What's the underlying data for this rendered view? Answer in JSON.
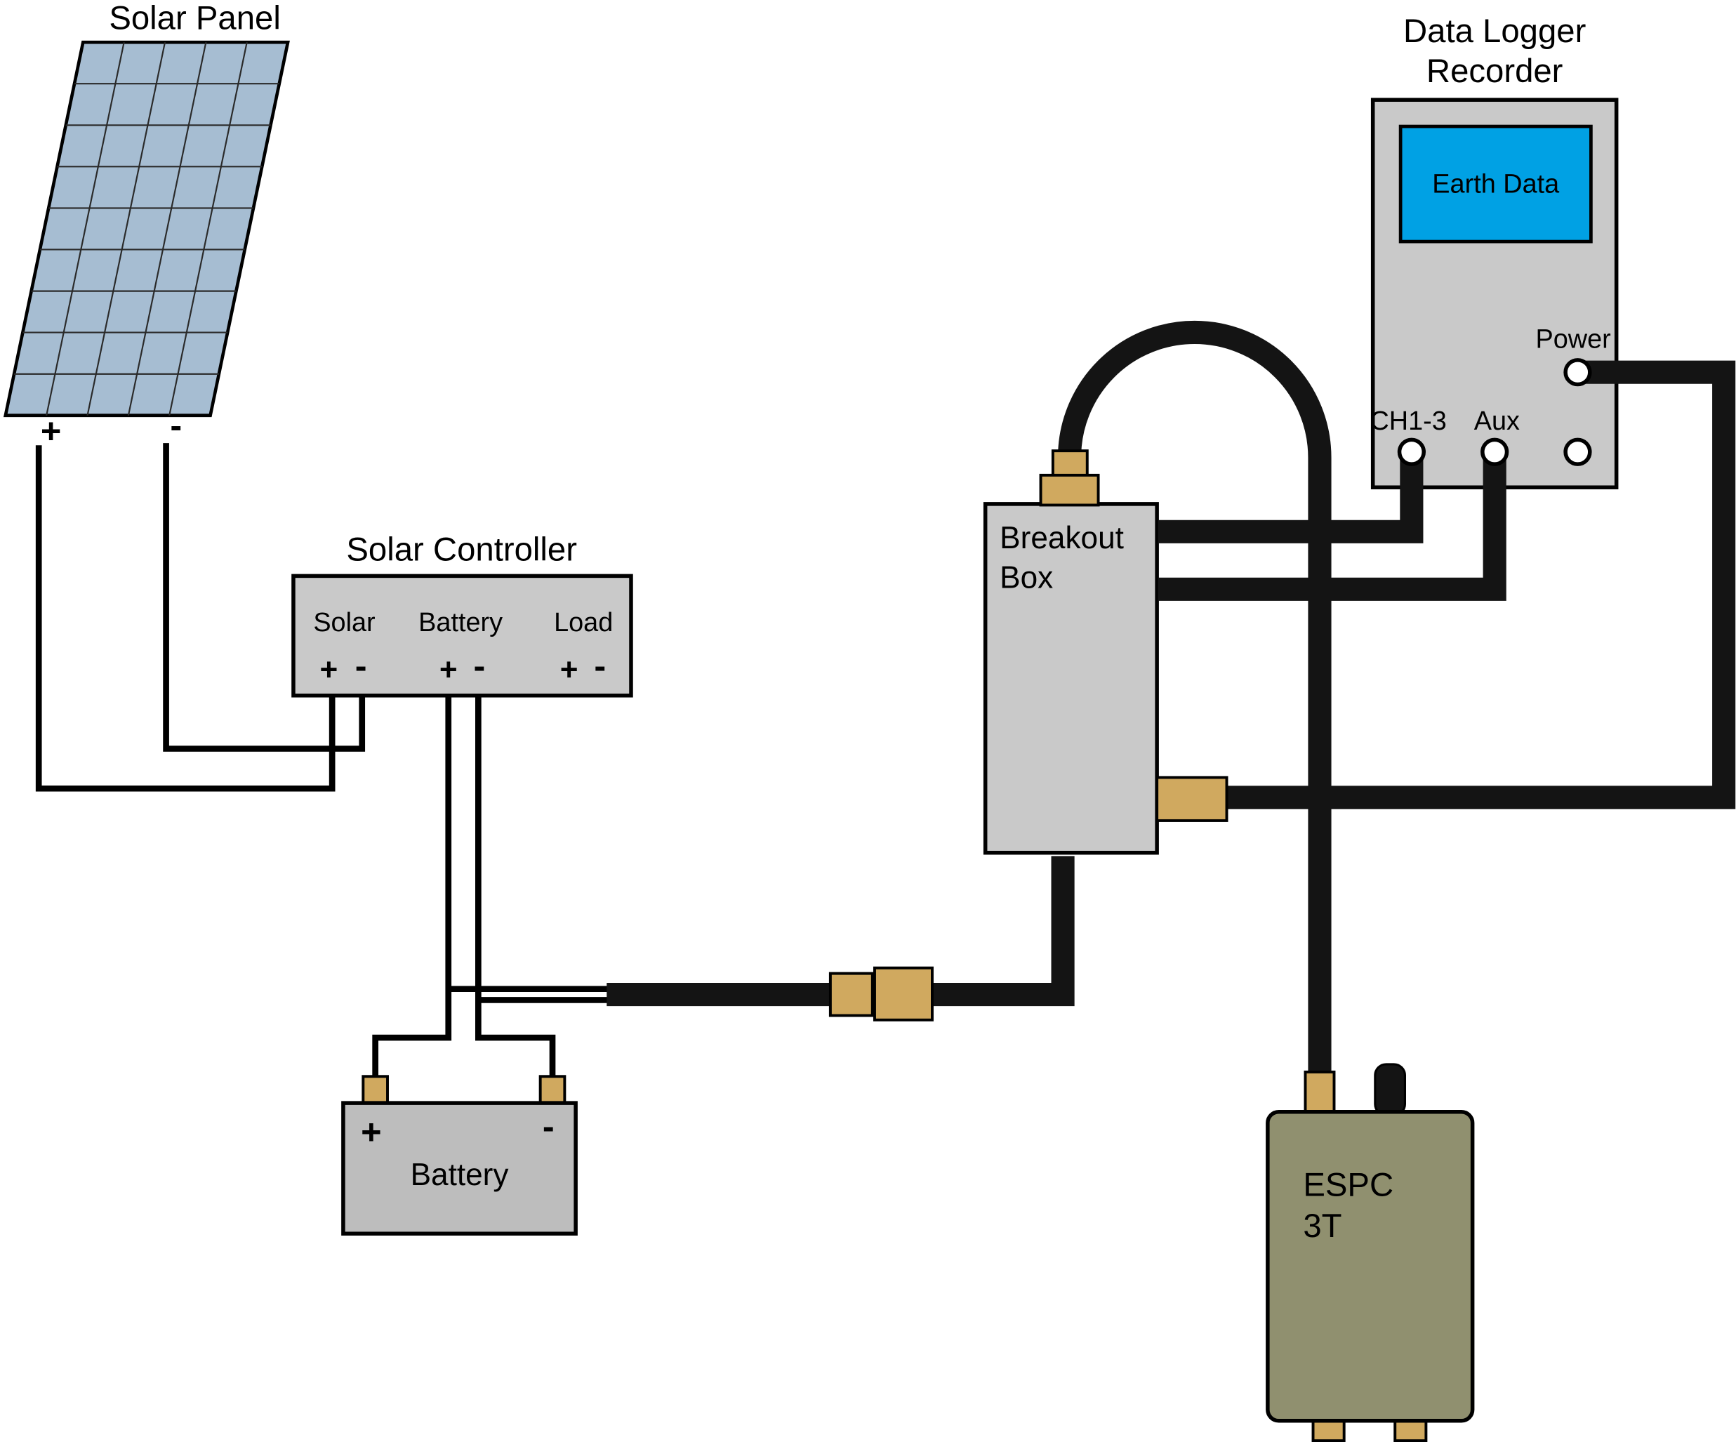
{
  "diagram": {
    "solar_panel": {
      "title": "Solar Panel",
      "plus": "+",
      "minus": "-"
    },
    "solar_controller": {
      "title": "Solar Controller",
      "terminals": [
        {
          "label": "Solar",
          "plus": "+",
          "minus": "-"
        },
        {
          "label": "Battery",
          "plus": "+",
          "minus": "-"
        },
        {
          "label": "Load",
          "plus": "+",
          "minus": "-"
        }
      ]
    },
    "battery": {
      "label": "Battery",
      "plus": "+",
      "minus": "-"
    },
    "breakout_box": {
      "label_line1": "Breakout",
      "label_line2": "Box"
    },
    "data_logger": {
      "title_line1": "Data Logger",
      "title_line2": "Recorder",
      "screen_label": "Earth Data",
      "power_label": "Power",
      "ch_label": "CH1-3",
      "aux_label": "Aux"
    },
    "espc": {
      "label_line1": "ESPC",
      "label_line2": "3T"
    },
    "colors": {
      "panel_fill": "#a6bdd2",
      "box_gray": "#c9c9c9",
      "battery_gray": "#bdbdbd",
      "screen_blue": "#00a1e4",
      "connector_tan": "#d0a95f",
      "espc_olive": "#90906f",
      "wire_black": "#141414"
    }
  }
}
